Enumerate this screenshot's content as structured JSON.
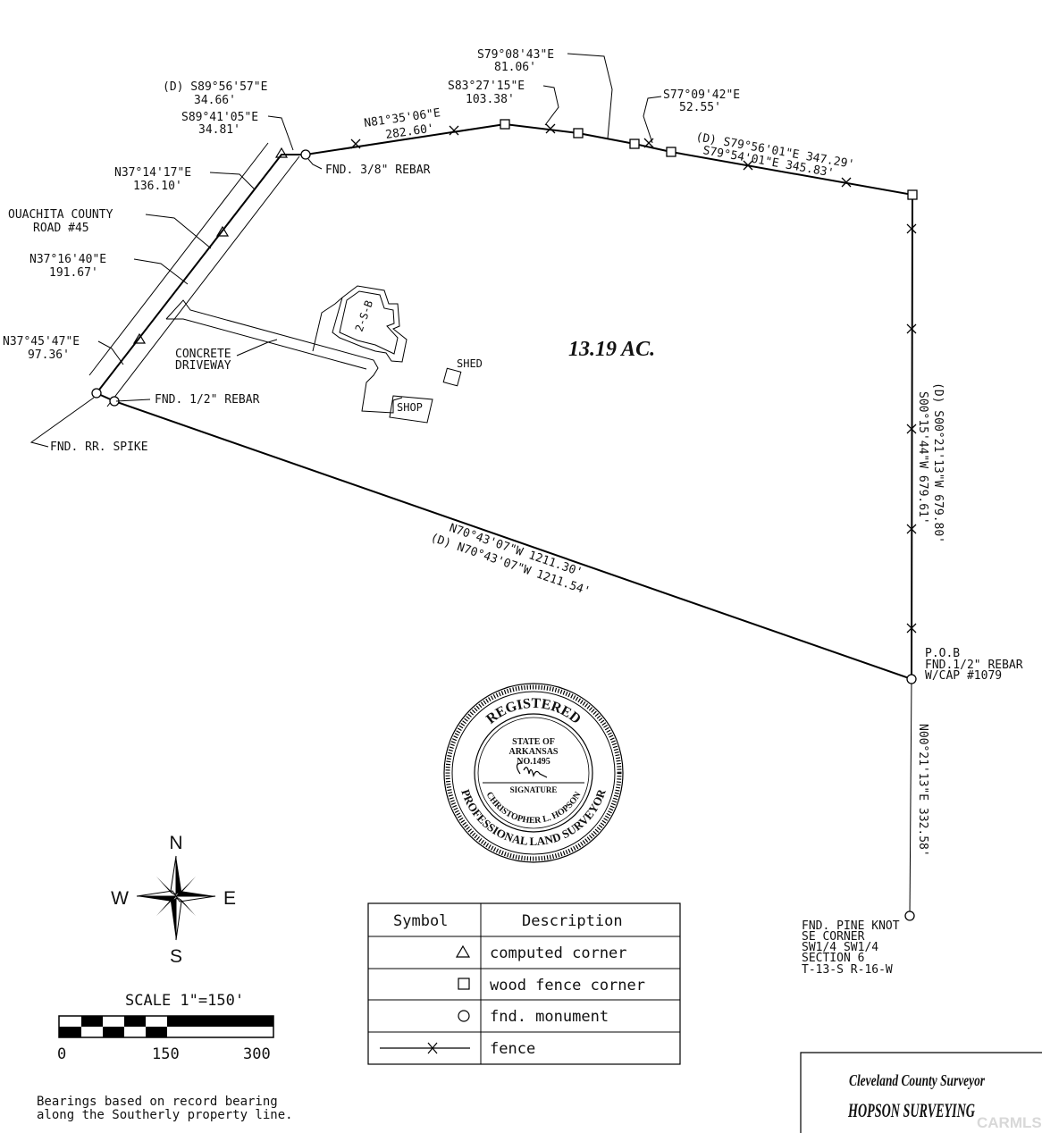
{
  "labels": {
    "brg_d_s89_56": "(D) S89°56'57\"E",
    "dist_d_s89_56": "34.66'",
    "brg_s89_41": "S89°41'05\"E",
    "dist_s89_41": "34.81'",
    "brg_n81": "N81°35'06\"E",
    "dist_n81": "282.60'",
    "brg_s83": "S83°27'15\"E",
    "dist_s83": "103.38'",
    "brg_s79_08": "S79°08'43\"E",
    "dist_s79_08": "81.06'",
    "brg_s77": "S77°09'42\"E",
    "dist_s77": "52.55'",
    "brg_d_s79_56": "(D) S79°56'01\"E 347.29'",
    "brg_s79_54": "S79°54'01\"E 345.83'",
    "brg_n37_14": "N37°14'17\"E",
    "dist_n37_14": "136.10'",
    "road_line1": "OUACHITA COUNTY",
    "road_line2": "ROAD #45",
    "brg_n37_16": "N37°16'40\"E",
    "dist_n37_16": "191.67'",
    "brg_n37_45": "N37°45'47\"E",
    "dist_n37_45": "97.36'",
    "driveway_line1": "CONCRETE",
    "driveway_line2": "DRIVEWAY",
    "fnd_38_rebar": "FND. 3/8\" REBAR",
    "fnd_12_rebar": "FND. 1/2\" REBAR",
    "fnd_rr_spike": "FND. RR. SPIKE",
    "house_label": "2-S-B",
    "shed_label": "SHED",
    "shop_label": "SHOP",
    "acreage": "13.19 AC.",
    "brg_d_s00_21": "(D) S00°21'13\"W 679.80'",
    "brg_s00_15": "S00°15'44\"W 679.61'",
    "brg_n70": "N70°43'07\"W 1211.30'",
    "brg_d_n70": "(D) N70°43'07\"W 1211.54'",
    "pob_line1": "P.O.B",
    "pob_line2": "FND.1/2\" REBAR",
    "pob_line3": "W/CAP #1079",
    "brg_n00_21": "N00°21'13\"E 332.58'",
    "pine_line1": "FND. PINE KNOT",
    "pine_line2": "SE CORNER",
    "pine_line3": "SW1/4 SW1/4",
    "pine_line4": "SECTION 6",
    "pine_line5": "T-13-S R-16-W"
  },
  "seal": {
    "top_arc": "REGISTERED",
    "state_line1": "STATE OF",
    "state_line2": "ARKANSAS",
    "number": "NO.1495",
    "signature_caption": "SIGNATURE",
    "name_arc": "CHRISTOPHER L. HOPSON",
    "bottom_arc": "PROFESSIONAL LAND SURVEYOR"
  },
  "compass": {
    "n": "N",
    "s": "S",
    "e": "E",
    "w": "W"
  },
  "scale": {
    "title": "SCALE  1\"=150'",
    "tick_0": "0",
    "tick_150": "150",
    "tick_300": "300"
  },
  "note": {
    "line1": "Bearings based on record bearing",
    "line2": "along the Southerly property line."
  },
  "legend": {
    "header_symbol": "Symbol",
    "header_description": "Description",
    "rows": [
      {
        "symbol": "triangle",
        "description": "computed corner"
      },
      {
        "symbol": "square",
        "description": "wood fence corner"
      },
      {
        "symbol": "circle",
        "description": "fnd. monument"
      },
      {
        "symbol": "fence-line",
        "description": "fence"
      }
    ]
  },
  "title_block": {
    "line1": "Cleveland County Surveyor",
    "line2": "HOPSON SURVEYING"
  },
  "watermark": "CARMLS, INC"
}
